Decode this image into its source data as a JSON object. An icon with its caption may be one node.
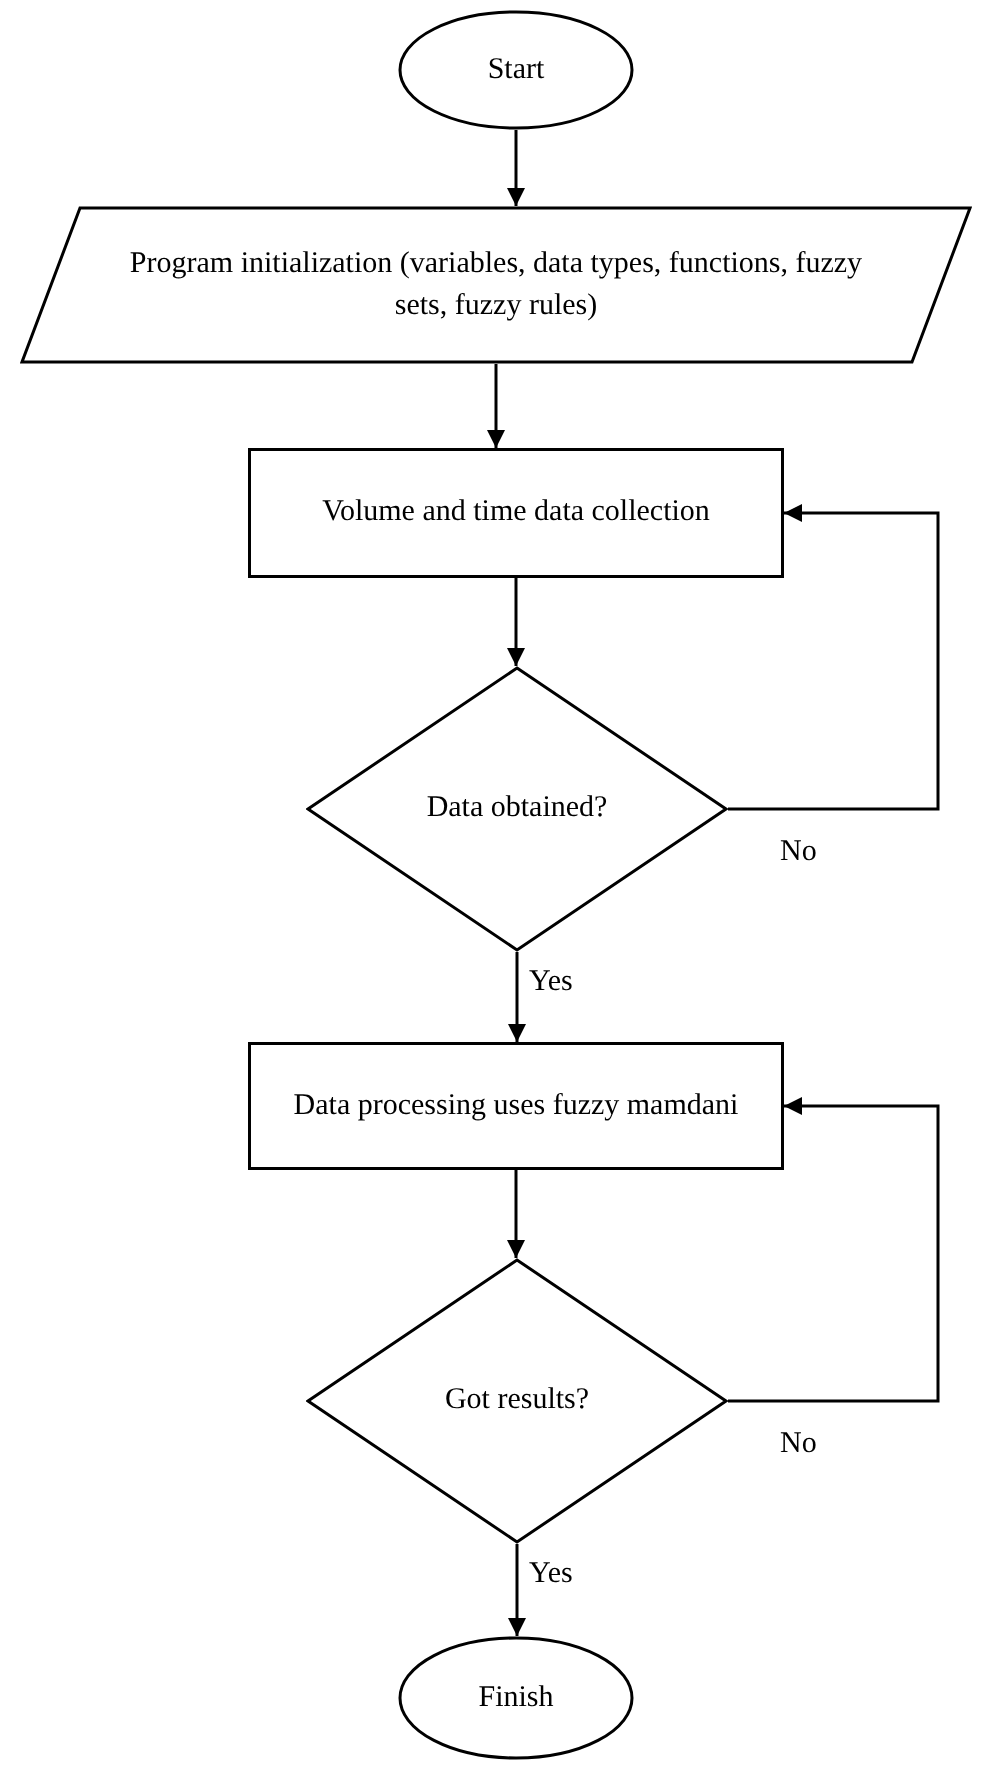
{
  "diagram": {
    "nodes": [
      {
        "text": [
          "Start"
        ]
      },
      {
        "text": [
          "Program initialization (variables, data types, functions, fuzzy sets, fuzzy rules)"
        ]
      },
      {
        "text": [
          "Volume and time data collection"
        ]
      },
      {
        "text": [
          "Data obtained?"
        ]
      },
      {
        "text": [
          "Data processing uses fuzzy mamdani"
        ]
      },
      {
        "text": [
          "Got results?"
        ]
      },
      {
        "text": [
          "Finish"
        ]
      }
    ],
    "edges": [
      {
        "from": 0,
        "to": 1,
        "arrow": "to"
      },
      {
        "from": 1,
        "to": 2,
        "arrow": "to"
      },
      {
        "from": 2,
        "to": 3,
        "arrow": "to"
      },
      {
        "from": 3,
        "to": 2,
        "arrow": "to",
        "label": "No"
      },
      {
        "from": 3,
        "to": 4,
        "arrow": "to",
        "label": "Yes"
      },
      {
        "from": 4,
        "to": 5,
        "arrow": "to"
      },
      {
        "from": 5,
        "to": 4,
        "arrow": "to",
        "label": "No"
      },
      {
        "from": 5,
        "to": 6,
        "arrow": "to",
        "label": "Yes"
      }
    ]
  }
}
